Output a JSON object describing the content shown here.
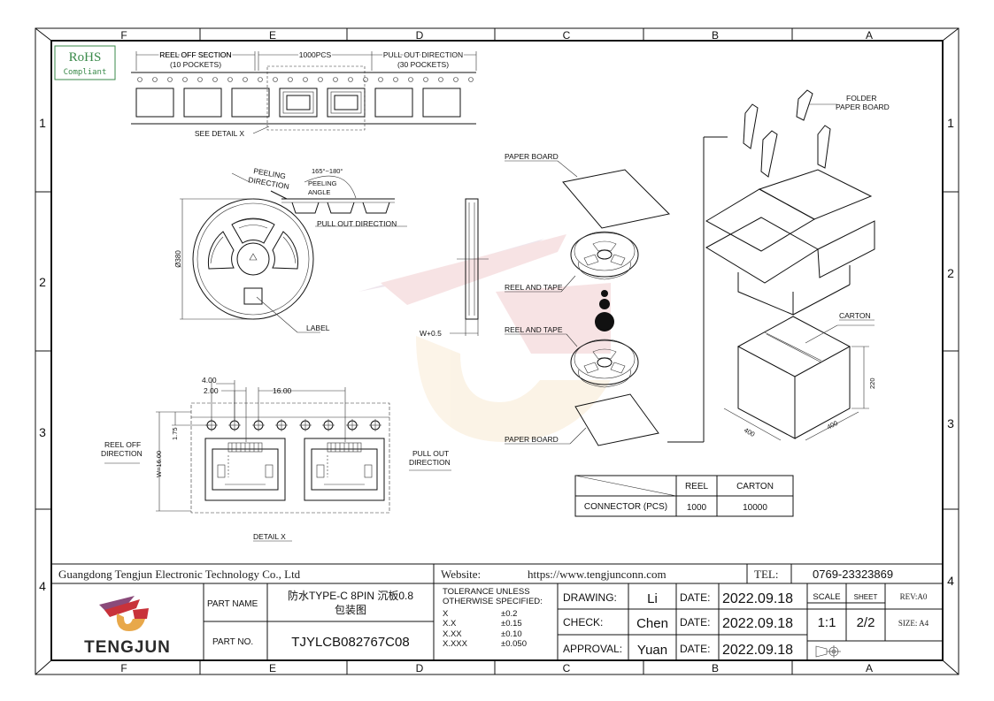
{
  "zones": {
    "cols": [
      "F",
      "E",
      "D",
      "C",
      "B",
      "A"
    ],
    "rows": [
      "1",
      "2",
      "3",
      "4"
    ]
  },
  "rohs": {
    "line1": "RoHS",
    "line2": "Compliant"
  },
  "tape": {
    "reel_off_section": "REEL OFF SECTION",
    "reel_off_pockets": "(10 POCKETS)",
    "pcs": "1000PCS",
    "pull_out_direction": "PULL OUT DIRECTION",
    "pull_out_pockets": "(30 POCKETS)",
    "see_detail": "SEE DETAIL X"
  },
  "reel": {
    "peeling_direction_1": "PEELING",
    "peeling_direction_2": "DIRECTION",
    "angle_value": "165°~180°",
    "peeling_angle_1": "PEELING",
    "peeling_angle_2": "ANGLE",
    "pull_out_direction": "PULL OUT DIRECTION",
    "diameter": "Ø380",
    "label": "LABEL",
    "width": "W+0.5"
  },
  "detail": {
    "dim_400": "4.00",
    "dim_200": "2.00",
    "dim_1600": "16.00",
    "dim_175": "1.75",
    "dim_w": "W=16.00",
    "reel_off_1": "REEL OFF",
    "reel_off_2": "DIRECTION",
    "pull_out_1": "PULL OUT",
    "pull_out_2": "DIRECTION",
    "title": "DETAIL X"
  },
  "packing": {
    "paper_board_top": "PAPER BOARD",
    "reel_and_tape_1": "REEL AND TAPE",
    "reel_and_tape_2": "REEL AND TAPE",
    "paper_board_bottom": "PAPER BOARD",
    "folder_1": "FOLDER",
    "folder_2": "PAPER BOARD",
    "carton": "CARTON",
    "dim_400a": "400",
    "dim_400b": "400",
    "dim_220": "220"
  },
  "qty_table": {
    "col_reel": "REEL",
    "col_carton": "CARTON",
    "row_label": "CONNECTOR (PCS)",
    "reel_qty": "1000",
    "carton_qty": "10000"
  },
  "title_block": {
    "company": "Guangdong Tengjun Electronic Technology Co., Ltd",
    "website_label": "Website:",
    "website": "https://www.tengjunconn.com",
    "tel_label": "TEL:",
    "tel": "0769-23323869",
    "logo_text": "TENGJUN",
    "part_name_label": "PART NAME",
    "part_name_1": "防水TYPE-C 8PIN 沉板0.8",
    "part_name_2": "包装图",
    "part_no_label": "PART NO.",
    "part_no": "TJYLCB082767C08",
    "tol_1": "TOLERANCE  UNLESS",
    "tol_2": "OTHERWISE  SPECIFIED:",
    "tol_rows": [
      {
        "k": "X",
        "v": "±0.2"
      },
      {
        "k": "X.X",
        "v": "±0.15"
      },
      {
        "k": "X.XX",
        "v": "±0.10"
      },
      {
        "k": "X.XXX",
        "v": "±0.050"
      }
    ],
    "drawing_label": "DRAWING:",
    "drawing": "Li",
    "check_label": "CHECK:",
    "check": "Chen",
    "approval_label": "APPROVAL:",
    "approval": "Yuan",
    "date_label": "DATE:",
    "date_1": "2022.09.18",
    "date_2": "2022.09.18",
    "date_3": "2022.09.18",
    "scale_label": "SCALE",
    "scale": "1:1",
    "sheet_label": "SHEET",
    "sheet": "2/2",
    "rev": "REV:A0",
    "size": "SIZE: A4"
  },
  "colors": {
    "logo_red": "#c8323a",
    "logo_orange": "#e8a84a",
    "logo_purple": "#8a4a7a",
    "rohs_green": "#3a8a4a"
  }
}
